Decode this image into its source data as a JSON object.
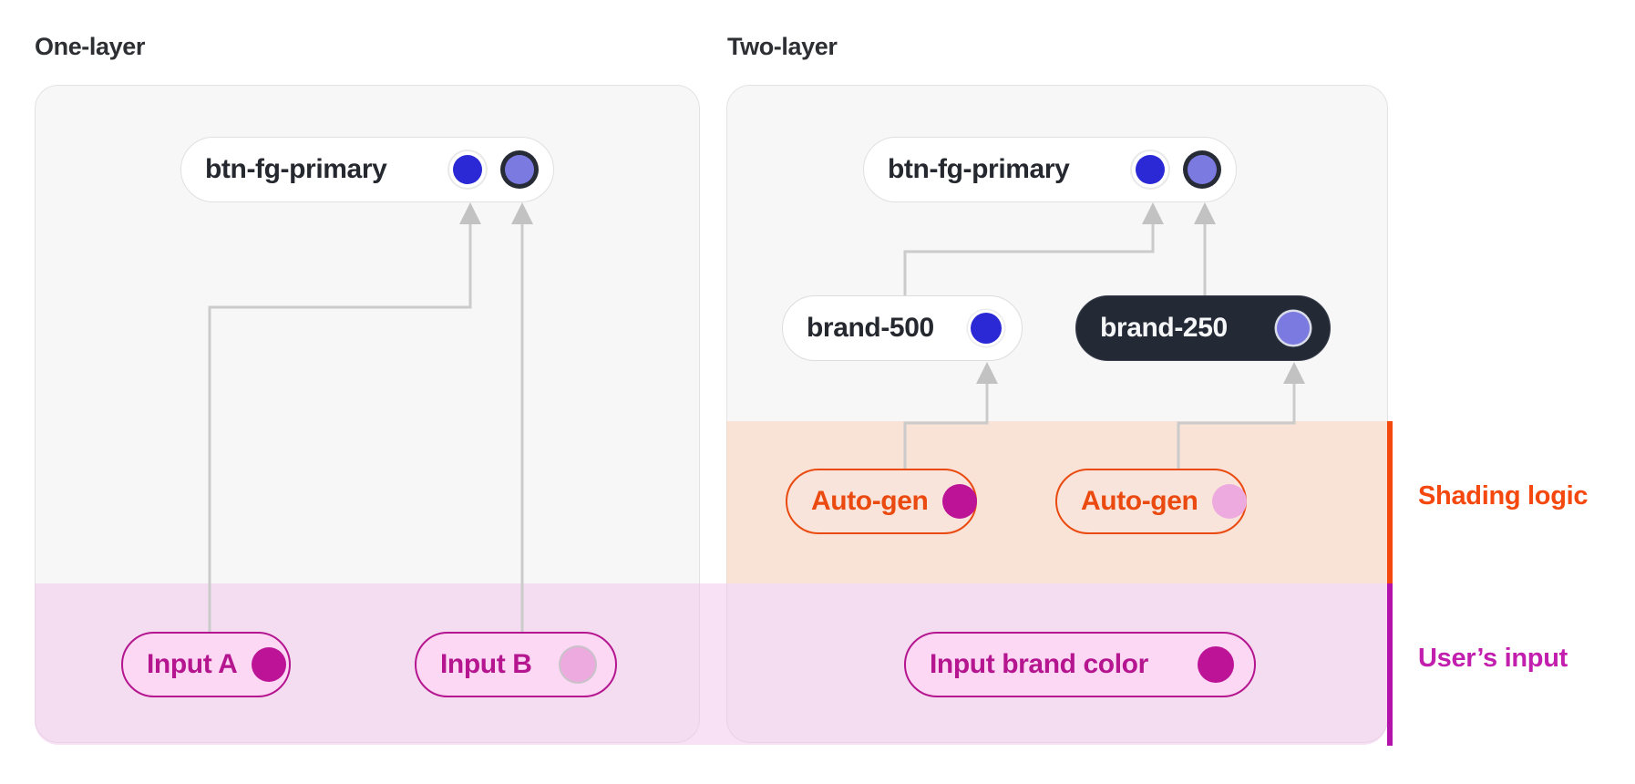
{
  "diagrams": {
    "one_layer": {
      "title": "One-layer",
      "output_token": {
        "label": "btn-fg-primary",
        "swatches": [
          "#2b28d6",
          "#7b7ae1"
        ]
      },
      "inputs": [
        {
          "label": "Input A",
          "swatch": "#bc1397"
        },
        {
          "label": "Input B",
          "swatch": "#edaade"
        }
      ]
    },
    "two_layer": {
      "title": "Two-layer",
      "output_token": {
        "label": "btn-fg-primary",
        "swatches": [
          "#2b28d6",
          "#7b7ae1"
        ]
      },
      "palette": [
        {
          "label": "brand-500",
          "swatch": "#2b28d6",
          "theme": "light"
        },
        {
          "label": "brand-250",
          "swatch": "#7b7ae1",
          "theme": "dark"
        }
      ],
      "generators": [
        {
          "label": "Auto-gen",
          "swatch": "#bc1397"
        },
        {
          "label": "Auto-gen",
          "swatch": "#edaade"
        }
      ],
      "input": {
        "label": "Input brand color",
        "swatch": "#bc1397"
      }
    }
  },
  "legend": {
    "shading_logic": {
      "label": "Shading logic",
      "color": "#f4480f"
    },
    "users_input": {
      "label": "User’s input",
      "color": "#c21fae"
    }
  },
  "colors": {
    "brand_blue": "#2b28d6",
    "brand_periwinkle": "#7b7ae1",
    "magenta": "#bc1397",
    "light_pink": "#edaade",
    "shading_band": "#f8ccae",
    "input_band": "#f0c0e9",
    "shading_bar": "#f4480f",
    "input_bar": "#b312ab",
    "dark_token_bg": "#242936",
    "connector_gray": "#cbcbcb"
  }
}
